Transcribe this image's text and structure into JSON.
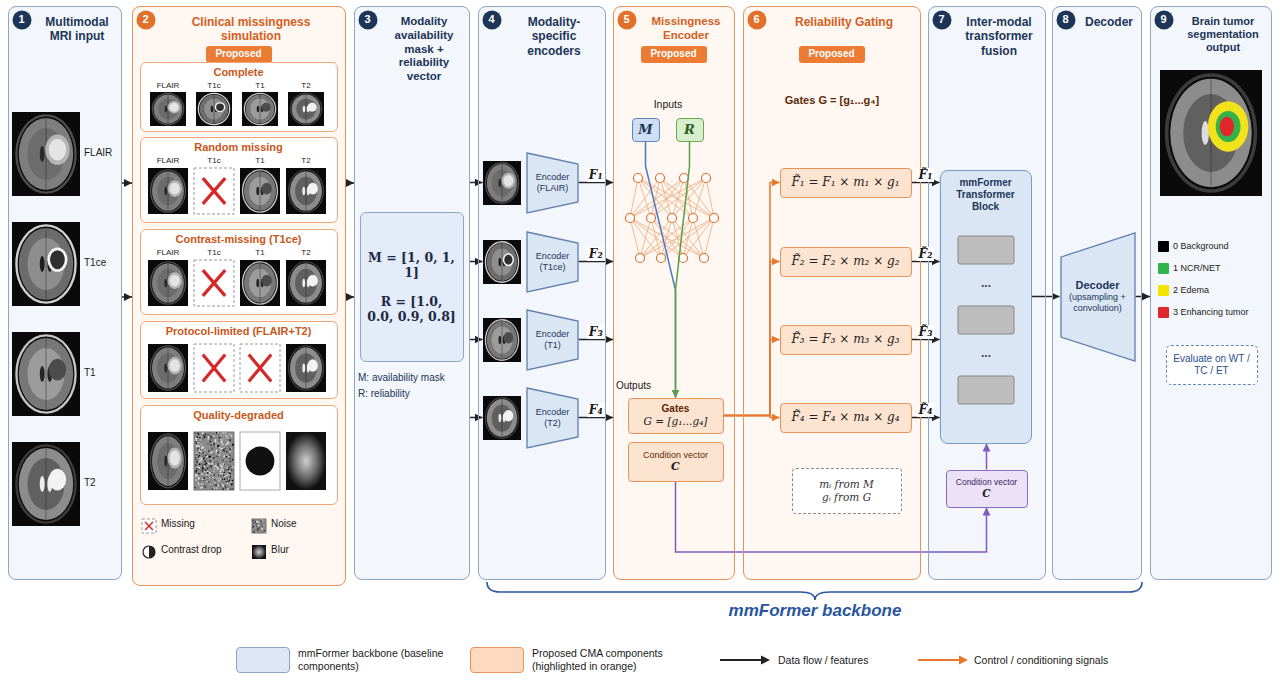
{
  "diagram": {
    "nodes": [
      {
        "text": [
          "Multimodal MRI input"
        ]
      },
      {
        "text": [
          "1"
        ],
        "in": 0
      },
      {
        "text": [
          "Clinical missingness simulation"
        ]
      },
      {
        "text": [
          "2"
        ],
        "in": 2
      },
      {
        "text": [
          "Proposed"
        ],
        "in": 2
      },
      {
        "text": [
          "Complete"
        ],
        "in": 2
      },
      {
        "text": [
          "Random missing"
        ],
        "in": 2
      },
      {
        "text": [
          "Contrast-missing (T1ce)"
        ],
        "in": 2
      },
      {
        "text": [
          "Protocol-limited (FLAIR+T2)"
        ],
        "in": 2
      },
      {
        "text": [
          "Quality-degraded"
        ],
        "in": 2
      },
      {
        "text": [
          "Modality availability mask + reliability vector"
        ]
      },
      {
        "text": [
          "3"
        ],
        "in": 10
      },
      {
        "text": [
          "M = [1, 0, 1, 1]",
          "R = [1.0, 0.0, 0.9, 0.8]"
        ],
        "in": 10
      },
      {
        "text": [
          "Modality-specific encoders"
        ]
      },
      {
        "text": [
          "4"
        ],
        "in": 13
      },
      {
        "text": [
          "Encoder (FLAIR)"
        ],
        "in": 13
      },
      {
        "text": [
          "Encoder (T1ce)"
        ],
        "in": 13
      },
      {
        "text": [
          "Encoder (T1)"
        ],
        "in": 13
      },
      {
        "text": [
          "Encoder (T2)"
        ],
        "in": 13
      },
      {
        "text": [
          "Missingness Encoder"
        ]
      },
      {
        "text": [
          "5"
        ],
        "in": 19
      },
      {
        "text": [
          "Proposed"
        ],
        "in": 19
      },
      {
        "text": [
          "M"
        ],
        "in": 19
      },
      {
        "text": [
          "R"
        ],
        "in": 19
      },
      {
        "text": [
          "Gates",
          "G = [g₁...g₄]"
        ],
        "in": 19
      },
      {
        "text": [
          "Condition vector",
          "C"
        ],
        "in": 19
      },
      {
        "text": [
          "Reliability Gating"
        ]
      },
      {
        "text": [
          "6"
        ],
        "in": 26
      },
      {
        "text": [
          "Proposed"
        ],
        "in": 26
      },
      {
        "text": [
          "F̃₁ = F₁ × m₁ × g₁"
        ],
        "in": 26
      },
      {
        "text": [
          "F̃₂ = F₂ × m₂ × g₂"
        ],
        "in": 26
      },
      {
        "text": [
          "F̃₃ = F₃ × m₃ × g₃"
        ],
        "in": 26
      },
      {
        "text": [
          "F̃₄ = F₄ × m₄ × g₄"
        ],
        "in": 26
      },
      {
        "text": [
          "mᵢ from M",
          "gᵢ from G"
        ],
        "in": 26
      },
      {
        "text": [
          "Inter-modal transformer fusion"
        ]
      },
      {
        "text": [
          "7"
        ],
        "in": 34
      },
      {
        "text": [
          "mmFormer Transformer Block"
        ],
        "in": 34
      },
      {
        "text": [
          "Condition vector",
          "C"
        ],
        "in": 34
      },
      {
        "text": [
          "Decoder"
        ]
      },
      {
        "text": [
          "8"
        ],
        "in": 38
      },
      {
        "text": [
          "Decoder",
          "(upsampling + convolution)"
        ],
        "in": 38
      },
      {
        "text": [
          "Brain tumor segmentation output"
        ]
      },
      {
        "text": [
          "9"
        ],
        "in": 41
      },
      {
        "text": [
          "Evaluate on WT / TC / ET"
        ],
        "in": 41
      }
    ],
    "edges": [
      {
        "from": 0,
        "to": 2,
        "arrow": "to"
      },
      {
        "from": 0,
        "to": 2,
        "arrow": "to"
      },
      {
        "from": 2,
        "to": 10,
        "arrow": "to"
      },
      {
        "from": 2,
        "to": 10,
        "arrow": "to"
      },
      {
        "from": 10,
        "to": 15,
        "arrow": "to"
      },
      {
        "from": 10,
        "to": 16,
        "arrow": "to"
      },
      {
        "from": 10,
        "to": 17,
        "arrow": "to"
      },
      {
        "from": 10,
        "to": 18,
        "arrow": "to"
      },
      {
        "from": 15,
        "to": 19,
        "label": "F₁",
        "arrow": "to"
      },
      {
        "from": 16,
        "to": 19,
        "label": "F₂",
        "arrow": "to"
      },
      {
        "from": 17,
        "to": 19,
        "label": "F₃",
        "arrow": "to"
      },
      {
        "from": 18,
        "to": 19,
        "label": "F₄",
        "arrow": "to"
      },
      {
        "from": 22,
        "to": 24,
        "arrow": "to"
      },
      {
        "from": 23,
        "to": 24,
        "arrow": "to"
      },
      {
        "from": 24,
        "to": 29,
        "arrow": "to"
      },
      {
        "from": 24,
        "to": 30,
        "arrow": "to"
      },
      {
        "from": 24,
        "to": 31,
        "arrow": "to"
      },
      {
        "from": 24,
        "to": 32,
        "arrow": "to"
      },
      {
        "from": 25,
        "to": 37,
        "arrow": "to"
      },
      {
        "from": 29,
        "to": 36,
        "label": "F̃₁",
        "arrow": "to"
      },
      {
        "from": 30,
        "to": 36,
        "label": "F̃₂",
        "arrow": "to"
      },
      {
        "from": 31,
        "to": 36,
        "label": "F̃₃",
        "arrow": "to"
      },
      {
        "from": 32,
        "to": 36,
        "label": "F̃₄",
        "arrow": "to"
      },
      {
        "from": 37,
        "to": 36,
        "arrow": "to"
      },
      {
        "from": 36,
        "to": 40,
        "arrow": "to"
      },
      {
        "from": 40,
        "to": 41,
        "arrow": "to"
      }
    ],
    "labels": [
      "FLAIR",
      "T1ce",
      "T1",
      "T2",
      "FLAIR",
      "T1c",
      "T1",
      "T2",
      "FLAIR",
      "T1c",
      "T1",
      "T2",
      "FLAIR",
      "T1c",
      "T1",
      "T2",
      "M: availability mask",
      "R: reliability",
      "Inputs",
      "Outputs",
      "Gates G = [g₁...g₄]",
      "...",
      "...",
      "mmFormer backbone"
    ],
    "legend": [
      {
        "text": "Missing"
      },
      {
        "text": "Noise"
      },
      {
        "text": "Contrast drop"
      },
      {
        "text": "Blur"
      },
      {
        "text": "0 Background",
        "color": "#000000"
      },
      {
        "text": "1 NCR/NET",
        "color": "#2fb34a"
      },
      {
        "text": "2 Edema",
        "color": "#f5e400"
      },
      {
        "text": "3 Enhancing tumor",
        "color": "#e3262b"
      },
      {
        "text": "mmFormer backbone (baseline components)",
        "color": "#dce6f4"
      },
      {
        "text": "Proposed CMA components (highlighted in orange)",
        "color": "#fcd9bf"
      },
      {
        "text": "Data flow / features"
      },
      {
        "text": "Control / conditioning signals"
      }
    ]
  }
}
